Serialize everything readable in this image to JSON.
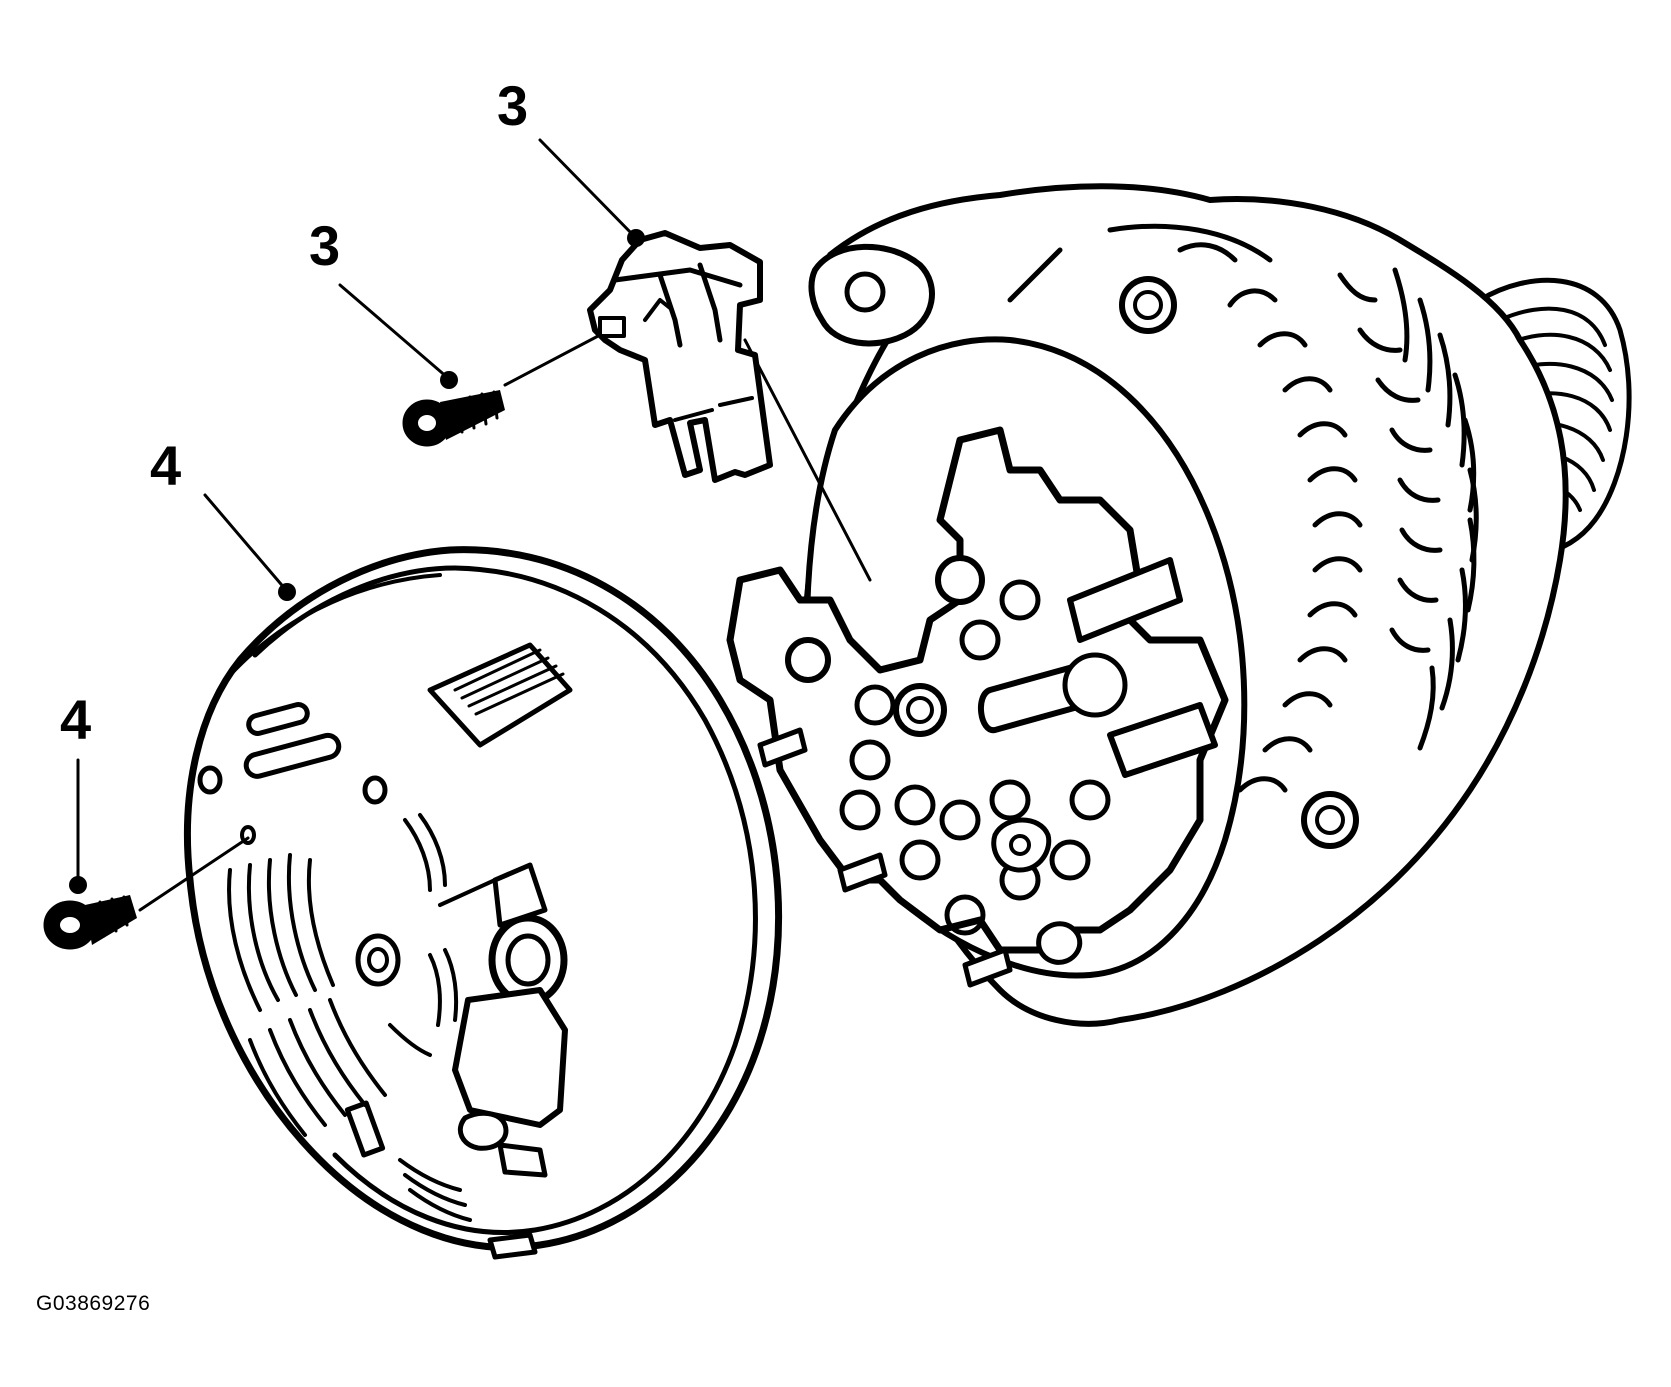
{
  "callouts": [
    {
      "id": "callout-3-regulator",
      "label": "3"
    },
    {
      "id": "callout-3-screw",
      "label": "3"
    },
    {
      "id": "callout-4-cover",
      "label": "4"
    },
    {
      "id": "callout-4-screw",
      "label": "4"
    }
  ],
  "figure_id": "G03869276",
  "colors": {
    "ink": "#000000",
    "background": "#ffffff"
  }
}
